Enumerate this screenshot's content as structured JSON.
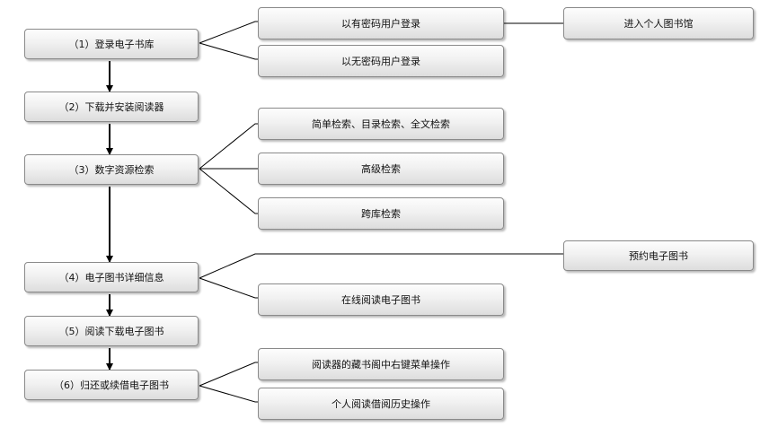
{
  "steps": [
    "（1）登录电子书库",
    "（2）下载并安装阅读器",
    "（3）数字资源检索",
    "（4）电子图书详细信息",
    "（5）阅读下载电子图书",
    "（6）归还或续借电子图书"
  ],
  "login_options": [
    "以有密码用户登录",
    "以无密码用户登录"
  ],
  "library_entry": "进入个人图书馆",
  "search_options": [
    "简单检索、目录检索、全文检索",
    "高级检索",
    "跨库检索"
  ],
  "detail_options": {
    "reserve": "预约电子图书",
    "read_online": "在线阅读电子图书"
  },
  "return_options": [
    "阅读器的藏书阁中右键菜单操作",
    "个人阅读借阅历史操作"
  ]
}
